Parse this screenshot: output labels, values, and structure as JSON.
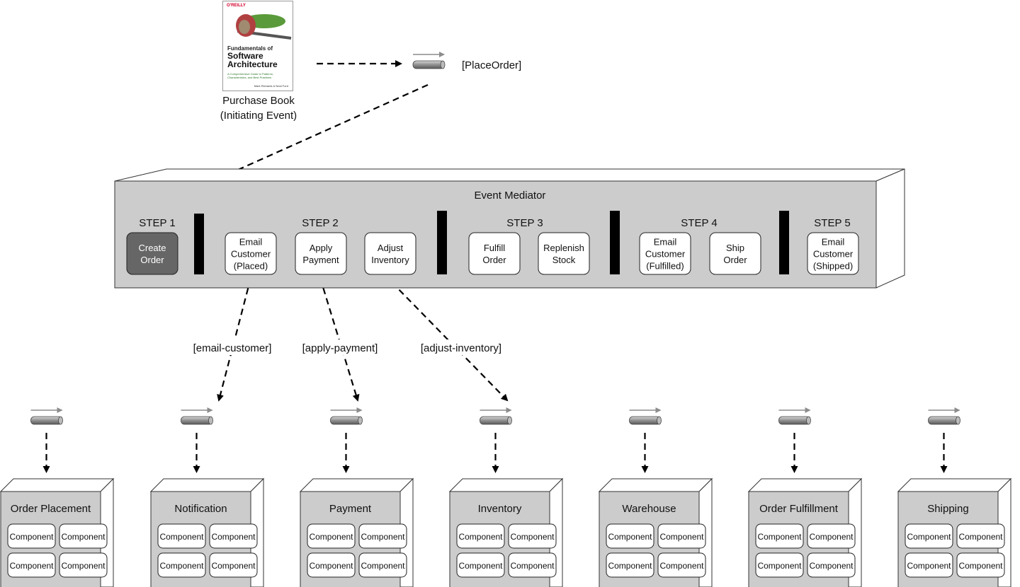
{
  "initiating_event": {
    "book": {
      "publisher": "O'REILLY",
      "title_line1": "Fundamentals of",
      "title_line2": "Software",
      "title_line3": "Architecture",
      "subtitle": "A Comprehensive Guide to Patterns, Characteristics, and Best Practices",
      "authors": "Mark Richards & Neal Ford"
    },
    "caption_line1": "Purchase Book",
    "caption_line2": "(Initiating Event)"
  },
  "initial_queue": {
    "label": "[PlaceOrder]"
  },
  "mediator": {
    "title": "Event Mediator",
    "steps": [
      {
        "label": "STEP 1",
        "tasks": [
          {
            "lines": [
              "Create",
              "Order"
            ],
            "highlighted": true
          }
        ]
      },
      {
        "label": "STEP 2",
        "tasks": [
          {
            "lines": [
              "Email",
              "Customer",
              "(Placed)"
            ]
          },
          {
            "lines": [
              "Apply",
              "Payment"
            ]
          },
          {
            "lines": [
              "Adjust",
              "Inventory"
            ]
          }
        ]
      },
      {
        "label": "STEP 3",
        "tasks": [
          {
            "lines": [
              "Fulfill",
              "Order"
            ]
          },
          {
            "lines": [
              "Replenish",
              "Stock"
            ]
          }
        ]
      },
      {
        "label": "STEP 4",
        "tasks": [
          {
            "lines": [
              "Email",
              "Customer",
              "(Fulfilled)"
            ]
          },
          {
            "lines": [
              "Ship",
              "Order"
            ]
          }
        ]
      },
      {
        "label": "STEP 5",
        "tasks": [
          {
            "lines": [
              "Email",
              "Customer",
              "(Shipped)"
            ]
          }
        ]
      }
    ]
  },
  "commands": [
    {
      "label": "[email-customer]",
      "target": "Notification"
    },
    {
      "label": "[apply-payment]",
      "target": "Payment"
    },
    {
      "label": "[adjust-inventory]",
      "target": "Inventory"
    }
  ],
  "processors": [
    {
      "name": "Order Placement",
      "components": [
        "Component",
        "Component",
        "Component",
        "Component"
      ]
    },
    {
      "name": "Notification",
      "components": [
        "Component",
        "Component",
        "Component",
        "Component"
      ]
    },
    {
      "name": "Payment",
      "components": [
        "Component",
        "Component",
        "Component",
        "Component"
      ]
    },
    {
      "name": "Inventory",
      "components": [
        "Component",
        "Component",
        "Component",
        "Component"
      ]
    },
    {
      "name": "Warehouse",
      "components": [
        "Component",
        "Component",
        "Component",
        "Component"
      ]
    },
    {
      "name": "Order Fulfillment",
      "components": [
        "Component",
        "Component",
        "Component",
        "Component"
      ]
    },
    {
      "name": "Shipping",
      "components": [
        "Component",
        "Component",
        "Component",
        "Component"
      ]
    }
  ],
  "colors": {
    "mediator_fill": "#cccccc",
    "highlight_task": "#666666",
    "task_fill": "#ffffff",
    "divider": "#000000",
    "queue_gray": "#8c8c8c"
  }
}
